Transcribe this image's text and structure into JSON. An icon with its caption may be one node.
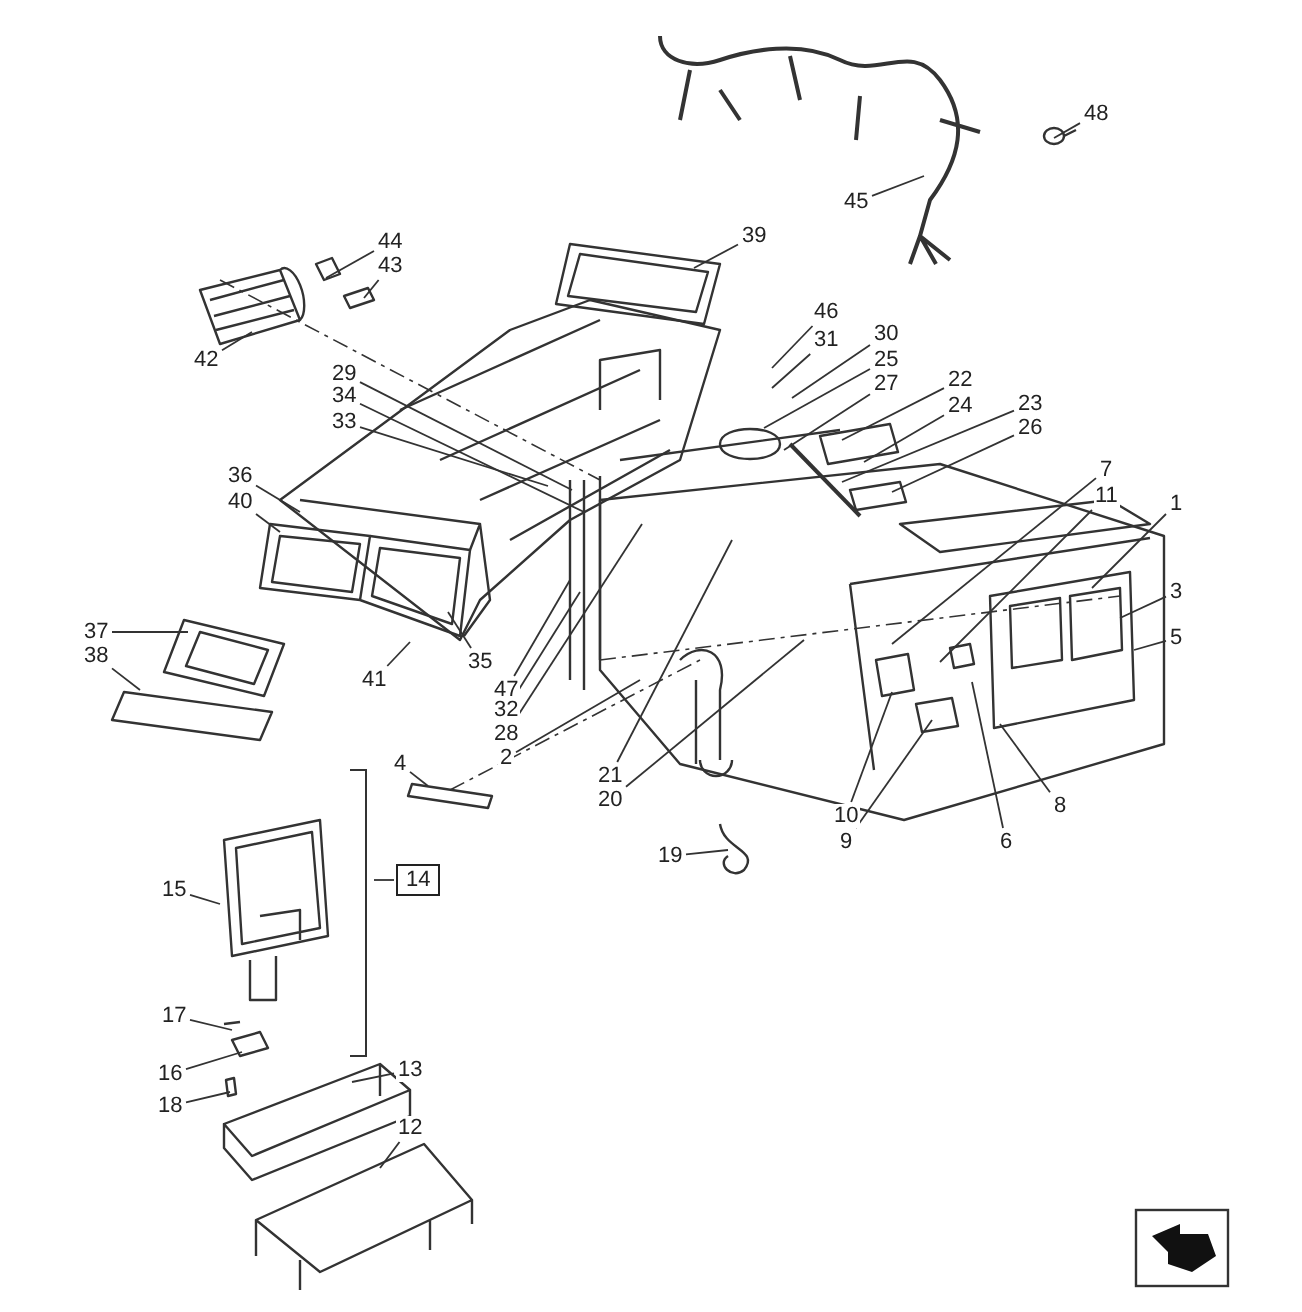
{
  "diagram": {
    "nodes": [
      {
        "text": [
          "48"
        ]
      },
      {
        "text": [
          "45"
        ]
      },
      {
        "text": [
          "39"
        ]
      },
      {
        "text": [
          "44"
        ]
      },
      {
        "text": [
          "43"
        ]
      },
      {
        "text": [
          "46"
        ]
      },
      {
        "text": [
          "30"
        ]
      },
      {
        "text": [
          "31"
        ]
      },
      {
        "text": [
          "25"
        ]
      },
      {
        "text": [
          "42"
        ]
      },
      {
        "text": [
          "29"
        ]
      },
      {
        "text": [
          "22"
        ]
      },
      {
        "text": [
          "27"
        ]
      },
      {
        "text": [
          "34"
        ]
      },
      {
        "text": [
          "24"
        ]
      },
      {
        "text": [
          "23"
        ]
      },
      {
        "text": [
          "33"
        ]
      },
      {
        "text": [
          "26"
        ]
      },
      {
        "text": [
          "7"
        ]
      },
      {
        "text": [
          "36"
        ]
      },
      {
        "text": [
          "11"
        ]
      },
      {
        "text": [
          "1"
        ]
      },
      {
        "text": [
          "40"
        ]
      },
      {
        "text": [
          "3"
        ]
      },
      {
        "text": [
          "37"
        ]
      },
      {
        "text": [
          "5"
        ]
      },
      {
        "text": [
          "38"
        ]
      },
      {
        "text": [
          "35"
        ]
      },
      {
        "text": [
          "41"
        ]
      },
      {
        "text": [
          "47"
        ]
      },
      {
        "text": [
          "32"
        ]
      },
      {
        "text": [
          "28"
        ]
      },
      {
        "text": [
          "2"
        ]
      },
      {
        "text": [
          "4"
        ]
      },
      {
        "text": [
          "21"
        ]
      },
      {
        "text": [
          "20"
        ]
      },
      {
        "text": [
          "8"
        ]
      },
      {
        "text": [
          "10"
        ]
      },
      {
        "text": [
          "9"
        ]
      },
      {
        "text": [
          "6"
        ]
      },
      {
        "text": [
          "19"
        ]
      },
      {
        "text": [
          "14"
        ]
      },
      {
        "text": [
          "15"
        ]
      },
      {
        "text": [
          "17"
        ]
      },
      {
        "text": [
          "13"
        ]
      },
      {
        "text": [
          "16"
        ]
      },
      {
        "text": [
          "18"
        ]
      },
      {
        "text": [
          "12"
        ]
      }
    ],
    "edges": [
      {
        "from": 0,
        "to": null,
        "arrow": "none"
      },
      {
        "from": 1,
        "to": null,
        "arrow": "none"
      },
      {
        "from": 2,
        "to": null,
        "arrow": "none"
      },
      {
        "from": 3,
        "to": null,
        "arrow": "none"
      },
      {
        "from": 4,
        "to": null,
        "arrow": "none"
      },
      {
        "from": 5,
        "to": null,
        "arrow": "none"
      },
      {
        "from": 6,
        "to": null,
        "arrow": "none"
      },
      {
        "from": 7,
        "to": null,
        "arrow": "none"
      },
      {
        "from": 8,
        "to": null,
        "arrow": "none"
      },
      {
        "from": 9,
        "to": null,
        "arrow": "none"
      },
      {
        "from": 10,
        "to": null,
        "arrow": "none"
      },
      {
        "from": 11,
        "to": null,
        "arrow": "none"
      },
      {
        "from": 12,
        "to": null,
        "arrow": "none"
      },
      {
        "from": 13,
        "to": null,
        "arrow": "none"
      },
      {
        "from": 14,
        "to": null,
        "arrow": "none"
      },
      {
        "from": 15,
        "to": null,
        "arrow": "none"
      },
      {
        "from": 16,
        "to": null,
        "arrow": "none"
      },
      {
        "from": 17,
        "to": null,
        "arrow": "none"
      },
      {
        "from": 18,
        "to": null,
        "arrow": "none"
      },
      {
        "from": 19,
        "to": null,
        "arrow": "none"
      },
      {
        "from": 20,
        "to": null,
        "arrow": "none"
      },
      {
        "from": 21,
        "to": null,
        "arrow": "none"
      },
      {
        "from": 22,
        "to": null,
        "arrow": "none"
      },
      {
        "from": 23,
        "to": null,
        "arrow": "none"
      },
      {
        "from": 24,
        "to": null,
        "arrow": "none"
      },
      {
        "from": 25,
        "to": null,
        "arrow": "none"
      },
      {
        "from": 26,
        "to": null,
        "arrow": "none"
      },
      {
        "from": 27,
        "to": null,
        "arrow": "none"
      },
      {
        "from": 28,
        "to": null,
        "arrow": "none"
      },
      {
        "from": 29,
        "to": null,
        "arrow": "none"
      },
      {
        "from": 30,
        "to": null,
        "arrow": "none"
      },
      {
        "from": 31,
        "to": null,
        "arrow": "none"
      },
      {
        "from": 32,
        "to": null,
        "arrow": "none"
      },
      {
        "from": 33,
        "to": null,
        "arrow": "none"
      },
      {
        "from": 34,
        "to": null,
        "arrow": "none"
      },
      {
        "from": 35,
        "to": null,
        "arrow": "none"
      },
      {
        "from": 36,
        "to": null,
        "arrow": "none"
      },
      {
        "from": 37,
        "to": null,
        "arrow": "none"
      },
      {
        "from": 38,
        "to": null,
        "arrow": "none"
      },
      {
        "from": 39,
        "to": null,
        "arrow": "none"
      },
      {
        "from": 40,
        "to": null,
        "arrow": "none"
      },
      {
        "from": 41,
        "to": null,
        "arrow": "none"
      },
      {
        "from": 42,
        "to": null,
        "arrow": "none"
      },
      {
        "from": 43,
        "to": null,
        "arrow": "none"
      },
      {
        "from": 44,
        "to": null,
        "arrow": "none"
      },
      {
        "from": 45,
        "to": null,
        "arrow": "none"
      },
      {
        "from": 46,
        "to": null,
        "arrow": "none"
      },
      {
        "from": 47,
        "to": null,
        "arrow": "none"
      }
    ]
  }
}
